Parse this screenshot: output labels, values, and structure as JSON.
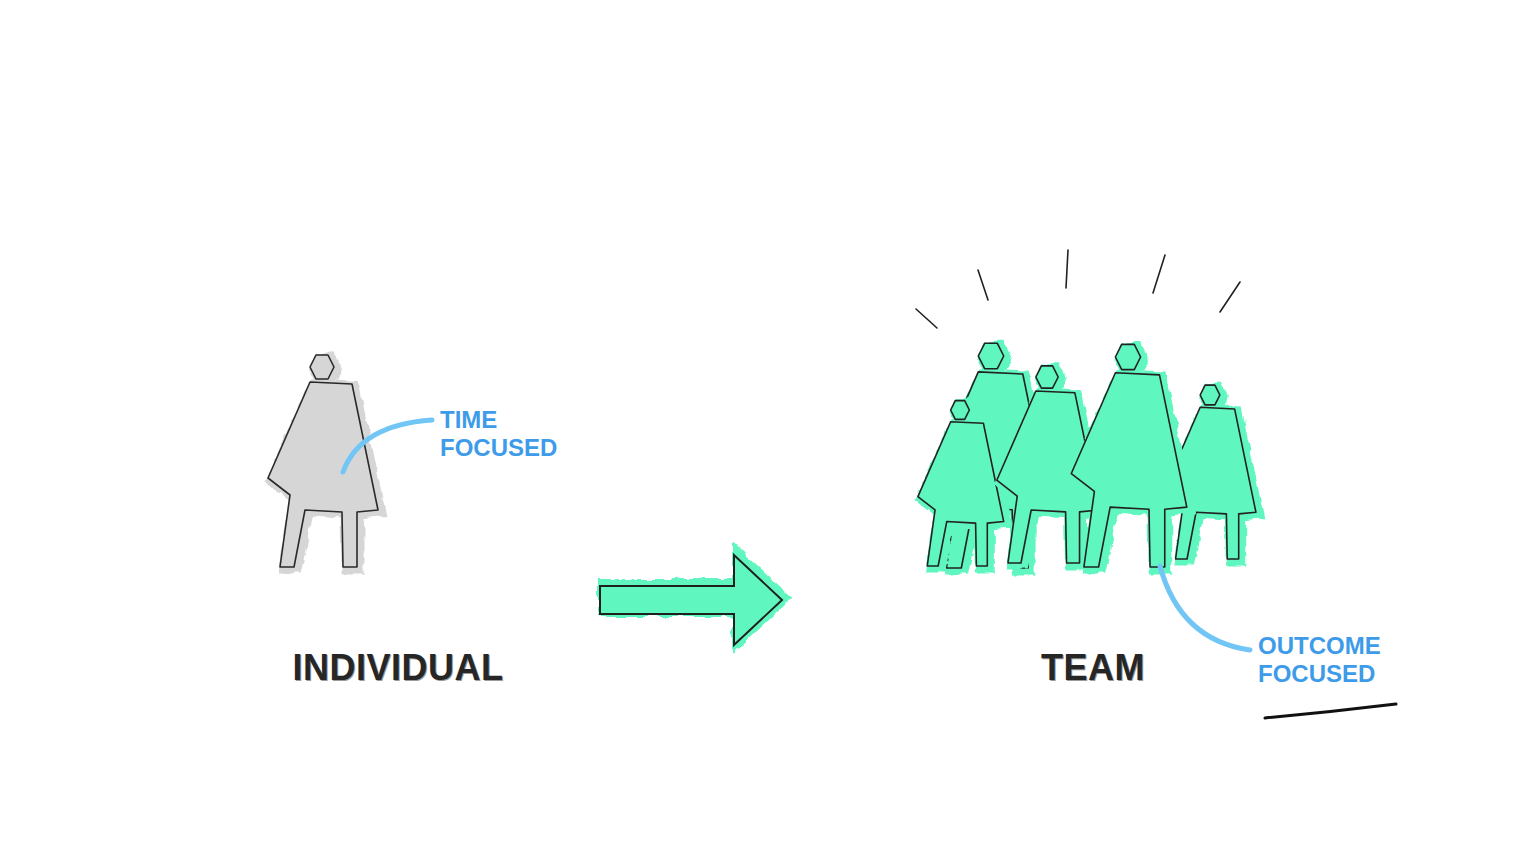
{
  "diagram": {
    "nodes": [
      {
        "text": [
          "INDIVIDUAL"
        ]
      },
      {
        "text": [
          "TEAM"
        ]
      }
    ],
    "edges": [
      {
        "from": 0,
        "to": 1,
        "arrow": "to"
      }
    ],
    "labels": [
      "TIME FOCUSED",
      "OUTCOME FOCUSED"
    ]
  }
}
